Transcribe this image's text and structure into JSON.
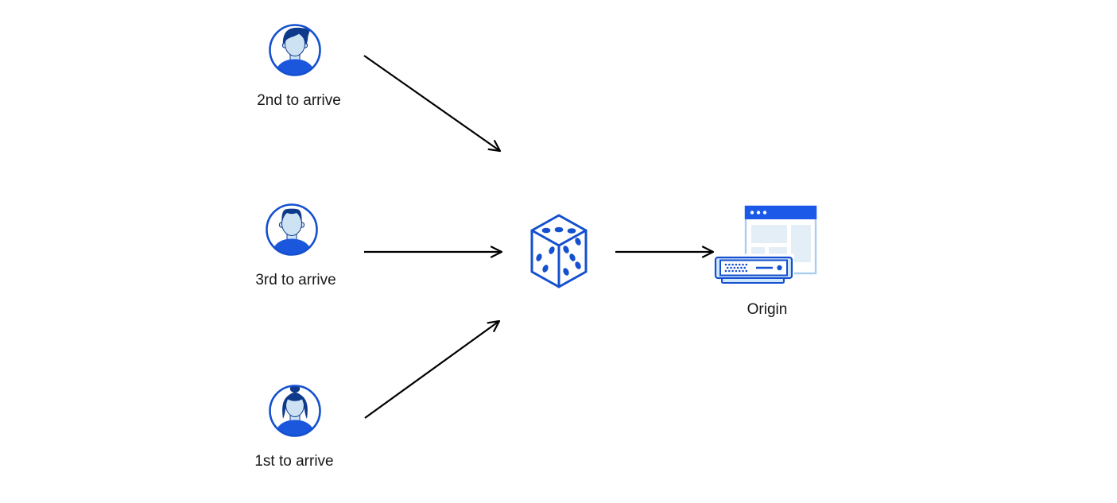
{
  "diagram": {
    "clients": [
      {
        "id": "client-2nd",
        "label": "2nd to arrive",
        "icon": "avatar-man-swept-hair-icon"
      },
      {
        "id": "client-3rd",
        "label": "3rd to arrive",
        "icon": "avatar-man-short-hair-icon"
      },
      {
        "id": "client-1st",
        "label": "1st to arrive",
        "icon": "avatar-woman-bun-icon"
      }
    ],
    "randomizer": {
      "id": "random-selection",
      "icon": "dice-icon"
    },
    "origin": {
      "id": "origin",
      "label": "Origin",
      "icon": "origin-server-icon"
    },
    "edges": [
      {
        "from": "client-2nd",
        "to": "random-selection"
      },
      {
        "from": "client-3rd",
        "to": "random-selection"
      },
      {
        "from": "client-1st",
        "to": "random-selection"
      },
      {
        "from": "random-selection",
        "to": "origin"
      }
    ]
  },
  "colors": {
    "stroke_blue": "#1450cf",
    "titlebar_blue": "#1b59e8",
    "shirt_blue": "#1b57dd",
    "hair_navy": "#0f3a8c",
    "face_light_blue": "#cde3f4",
    "panel_light_blue": "#e4eef7",
    "window_border": "#a9cdf0",
    "server_frame_fill": "#cfe6fb",
    "arrow_black": "#000000",
    "background": "#ffffff"
  }
}
